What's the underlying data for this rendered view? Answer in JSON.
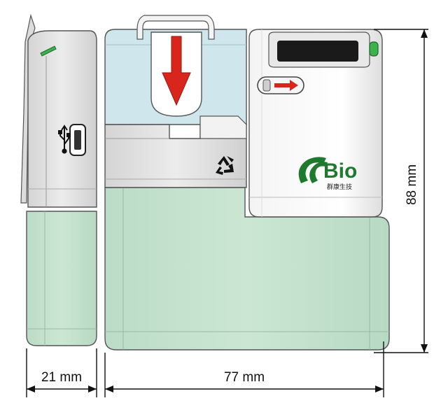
{
  "dimensions": {
    "depth": "21 mm",
    "width": "77 mm",
    "height": "88 mm"
  },
  "logo": {
    "brand": "Bio",
    "subtitle": "群康生技",
    "color": "#1e7a2e"
  },
  "colors": {
    "bottom_body": "#c9e6d3",
    "top_window": "#cfe6ec",
    "module_gray": "#e4e4e4",
    "arrow_red": "#d8261c",
    "indicator_green": "#3db24a"
  },
  "icons": {
    "usb": "usb-icon",
    "recycle": "recycle-icon",
    "arrow": "arrow-down-icon"
  }
}
